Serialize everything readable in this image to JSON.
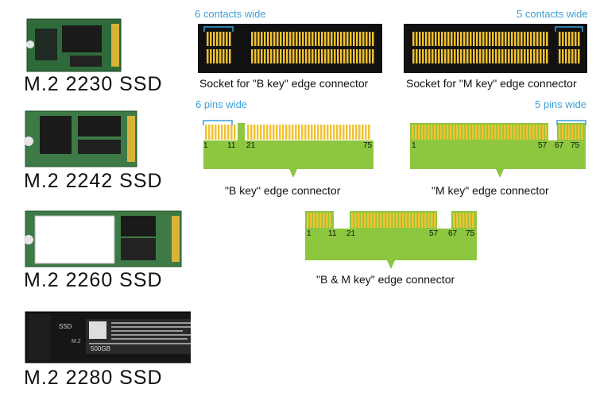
{
  "ssds": [
    {
      "label": "M.2 2230 SSD"
    },
    {
      "label": "M.2 2242 SSD"
    },
    {
      "label": "M.2 2260 SSD"
    },
    {
      "label": "M.2 2280 SSD",
      "chip_text": "SSD",
      "brand_text": "M.2",
      "capacity_text": "500GB"
    }
  ],
  "sockets": {
    "b_key_caption": "Socket for \"B key\" edge connector",
    "m_key_caption": "Socket for \"M key\" edge connector",
    "b_key_annotation": "6 contacts wide",
    "m_key_annotation": "5 contacts wide"
  },
  "connectors": {
    "b_key": {
      "caption": "\"B key\" edge connector",
      "annotation": "6 pins wide",
      "pin_labels": [
        "1",
        "11",
        "21",
        "75"
      ]
    },
    "m_key": {
      "caption": "\"M key\" edge connector",
      "annotation": "5 pins wide",
      "pin_labels": [
        "1",
        "57",
        "67",
        "75"
      ]
    },
    "bm_key": {
      "caption": "\"B & M key\" edge connector",
      "pin_labels": [
        "1",
        "11",
        "21",
        "57",
        "67",
        "75"
      ]
    }
  },
  "colors": {
    "pcb_green": "#8dc63f",
    "contact_gold": "#f2c230",
    "socket_black": "#111111",
    "annotation_blue": "#3aa0d8"
  }
}
